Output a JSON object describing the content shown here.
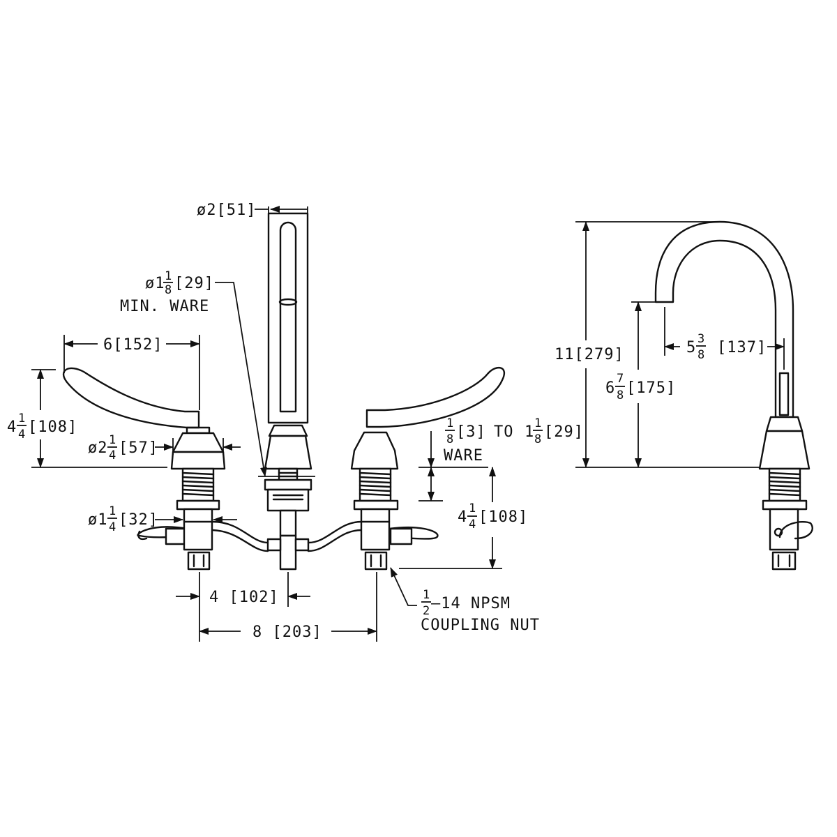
{
  "dimensions": {
    "spout_dia": {
      "sym": "ø",
      "whole": "2",
      "mm": "[51]"
    },
    "hole_dia": {
      "sym": "ø",
      "whole": "1",
      "num": "1",
      "den": "8",
      "mm": "[29]",
      "note": "MIN. WARE"
    },
    "handle_reach": {
      "text": "6[152]"
    },
    "handle_height": {
      "whole": "4",
      "num": "1",
      "den": "4",
      "mm": "[108]"
    },
    "escutcheon_dia": {
      "sym": "ø",
      "whole": "2",
      "num": "1",
      "den": "4",
      "mm": "[57]"
    },
    "ware_range": {
      "num": "1",
      "den": "8",
      "mm": "[3]",
      "to": "TO",
      "whole2": "1",
      "num2": "1",
      "den2": "8",
      "mm2": "[29]",
      "note": "WARE"
    },
    "shank_length": {
      "whole": "4",
      "num": "1",
      "den": "4",
      "mm": "[108]"
    },
    "shank_dia": {
      "sym": "ø",
      "whole": "1",
      "num": "1",
      "den": "4",
      "mm": "[32]"
    },
    "center_spacing": {
      "text": "4 [102]"
    },
    "overall_spacing": {
      "text": "8 [203]"
    },
    "coupling_nut": {
      "num": "1",
      "den": "2",
      "thread": "–14 NPSM",
      "line2": "COUPLING NUT"
    },
    "overall_height": {
      "text": "11[279]"
    },
    "spout_clearance": {
      "whole": "6",
      "num": "7",
      "den": "8",
      "mm": "[175]"
    },
    "spout_reach": {
      "whole": "5",
      "num": "3",
      "den": "8",
      "mm": "[137]"
    }
  }
}
